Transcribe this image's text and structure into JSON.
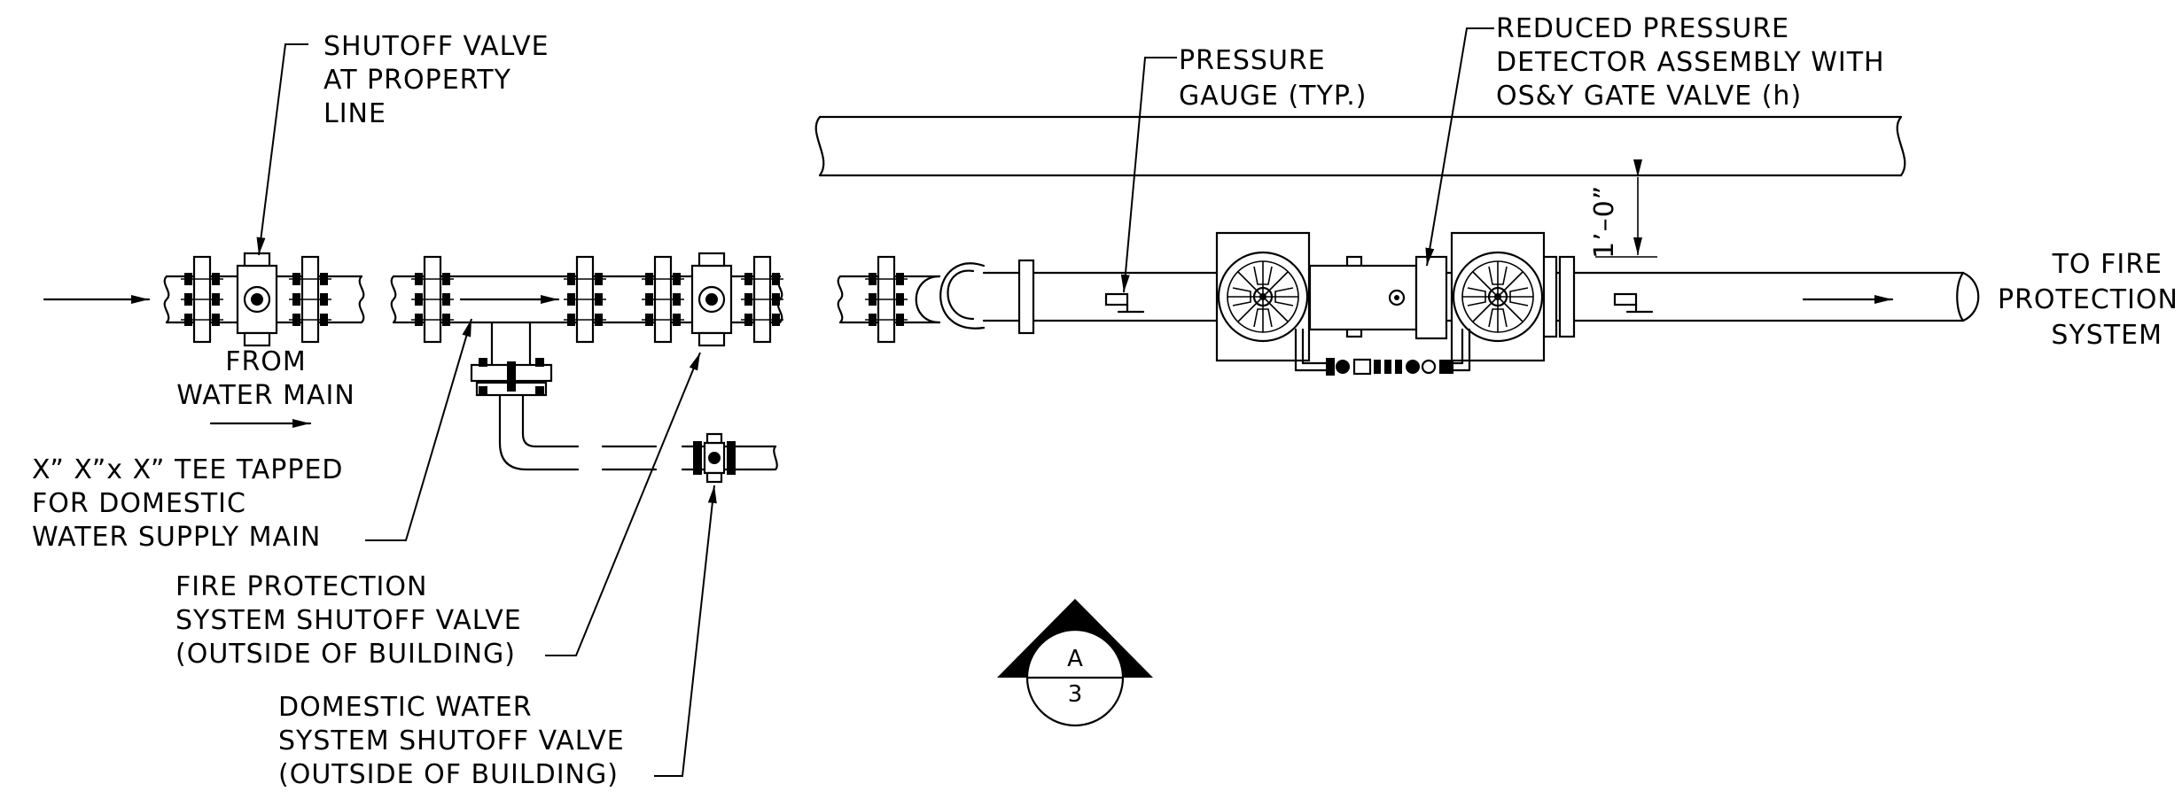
{
  "labels": {
    "shutoff_property": [
      "SHUTOFF VALVE",
      "AT PROPERTY",
      "LINE"
    ],
    "from_water_main": [
      "FROM",
      "WATER MAIN"
    ],
    "tee_tapped": [
      "X” X”x X” TEE TAPPED",
      "FOR DOMESTIC",
      "WATER SUPPLY MAIN"
    ],
    "fire_shutoff": [
      "FIRE PROTECTION",
      "SYSTEM SHUTOFF VALVE",
      "(OUTSIDE OF BUILDING)"
    ],
    "domestic_shutoff": [
      "DOMESTIC WATER",
      "SYSTEM SHUTOFF VALVE",
      "(OUTSIDE OF BUILDING)"
    ],
    "pressure_gauge": [
      "PRESSURE",
      "GAUGE (TYP.)"
    ],
    "rpda": [
      "REDUCED PRESSURE",
      "DETECTOR ASSEMBLY WITH",
      "OS&Y GATE VALVE (h)"
    ],
    "dimension": "1’–0”",
    "to_fire": [
      "TO FIRE",
      "PROTECTION",
      "SYSTEM"
    ]
  },
  "section_tag": {
    "letter": "A",
    "number": "3"
  }
}
